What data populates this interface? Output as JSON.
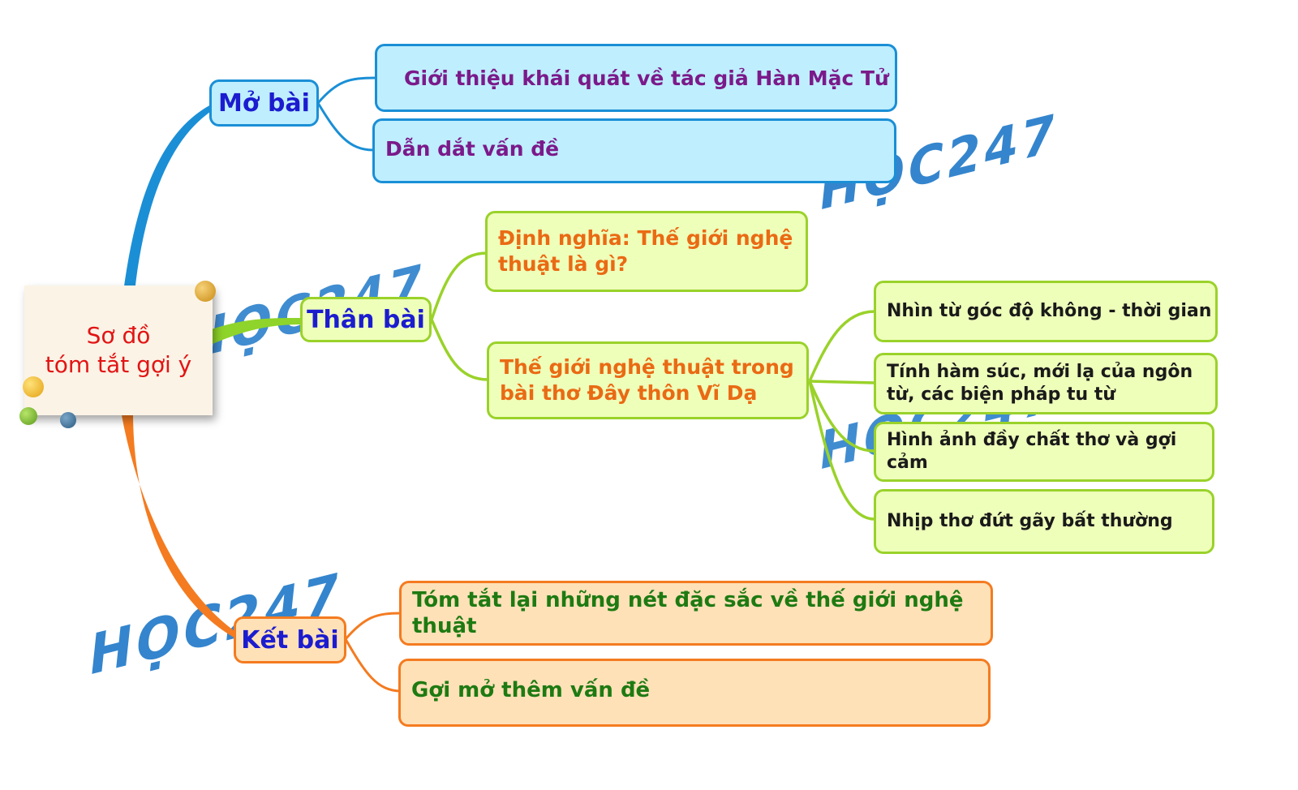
{
  "watermark": "HỌC247",
  "colors": {
    "branch_mo_bai": "#1a8fd6",
    "branch_than_bai": "#8fd42a",
    "branch_ket_bai": "#f47b20"
  },
  "central": {
    "line1": "Sơ đồ",
    "line2": "tóm tắt gợi ý"
  },
  "mo_bai": {
    "label": "Mở bài",
    "items": [
      "Giới thiệu khái quát về tác giả Hàn Mặc Tử",
      "Dẫn dắt vấn đề"
    ]
  },
  "than_bai": {
    "label": "Thân bài",
    "dinh_nghia": {
      "line1": "Định nghĩa: Thế giới nghệ",
      "line2": "thuật là gì?"
    },
    "the_gioi": {
      "line1": "Thế giới nghệ thuật trong",
      "line2": "bài thơ Đây thôn Vĩ Dạ",
      "items": [
        {
          "line1": "Nhìn từ góc độ không - thời gian",
          "line2": ""
        },
        {
          "line1": "Tính hàm súc, mới lạ của ngôn",
          "line2": "từ, các biện pháp tu từ"
        },
        {
          "line1": "Hình ảnh đầy chất thơ và gợi cảm",
          "line2": ""
        },
        {
          "line1": "Nhịp thơ đứt gãy bất thường",
          "line2": ""
        }
      ]
    }
  },
  "ket_bai": {
    "label": "Kết bài",
    "items": [
      {
        "line1": "Tóm tắt lại những nét đặc sắc về thế giới nghệ",
        "line2": "thuật"
      },
      {
        "line1": "Gợi mở thêm vấn đề",
        "line2": ""
      }
    ]
  }
}
